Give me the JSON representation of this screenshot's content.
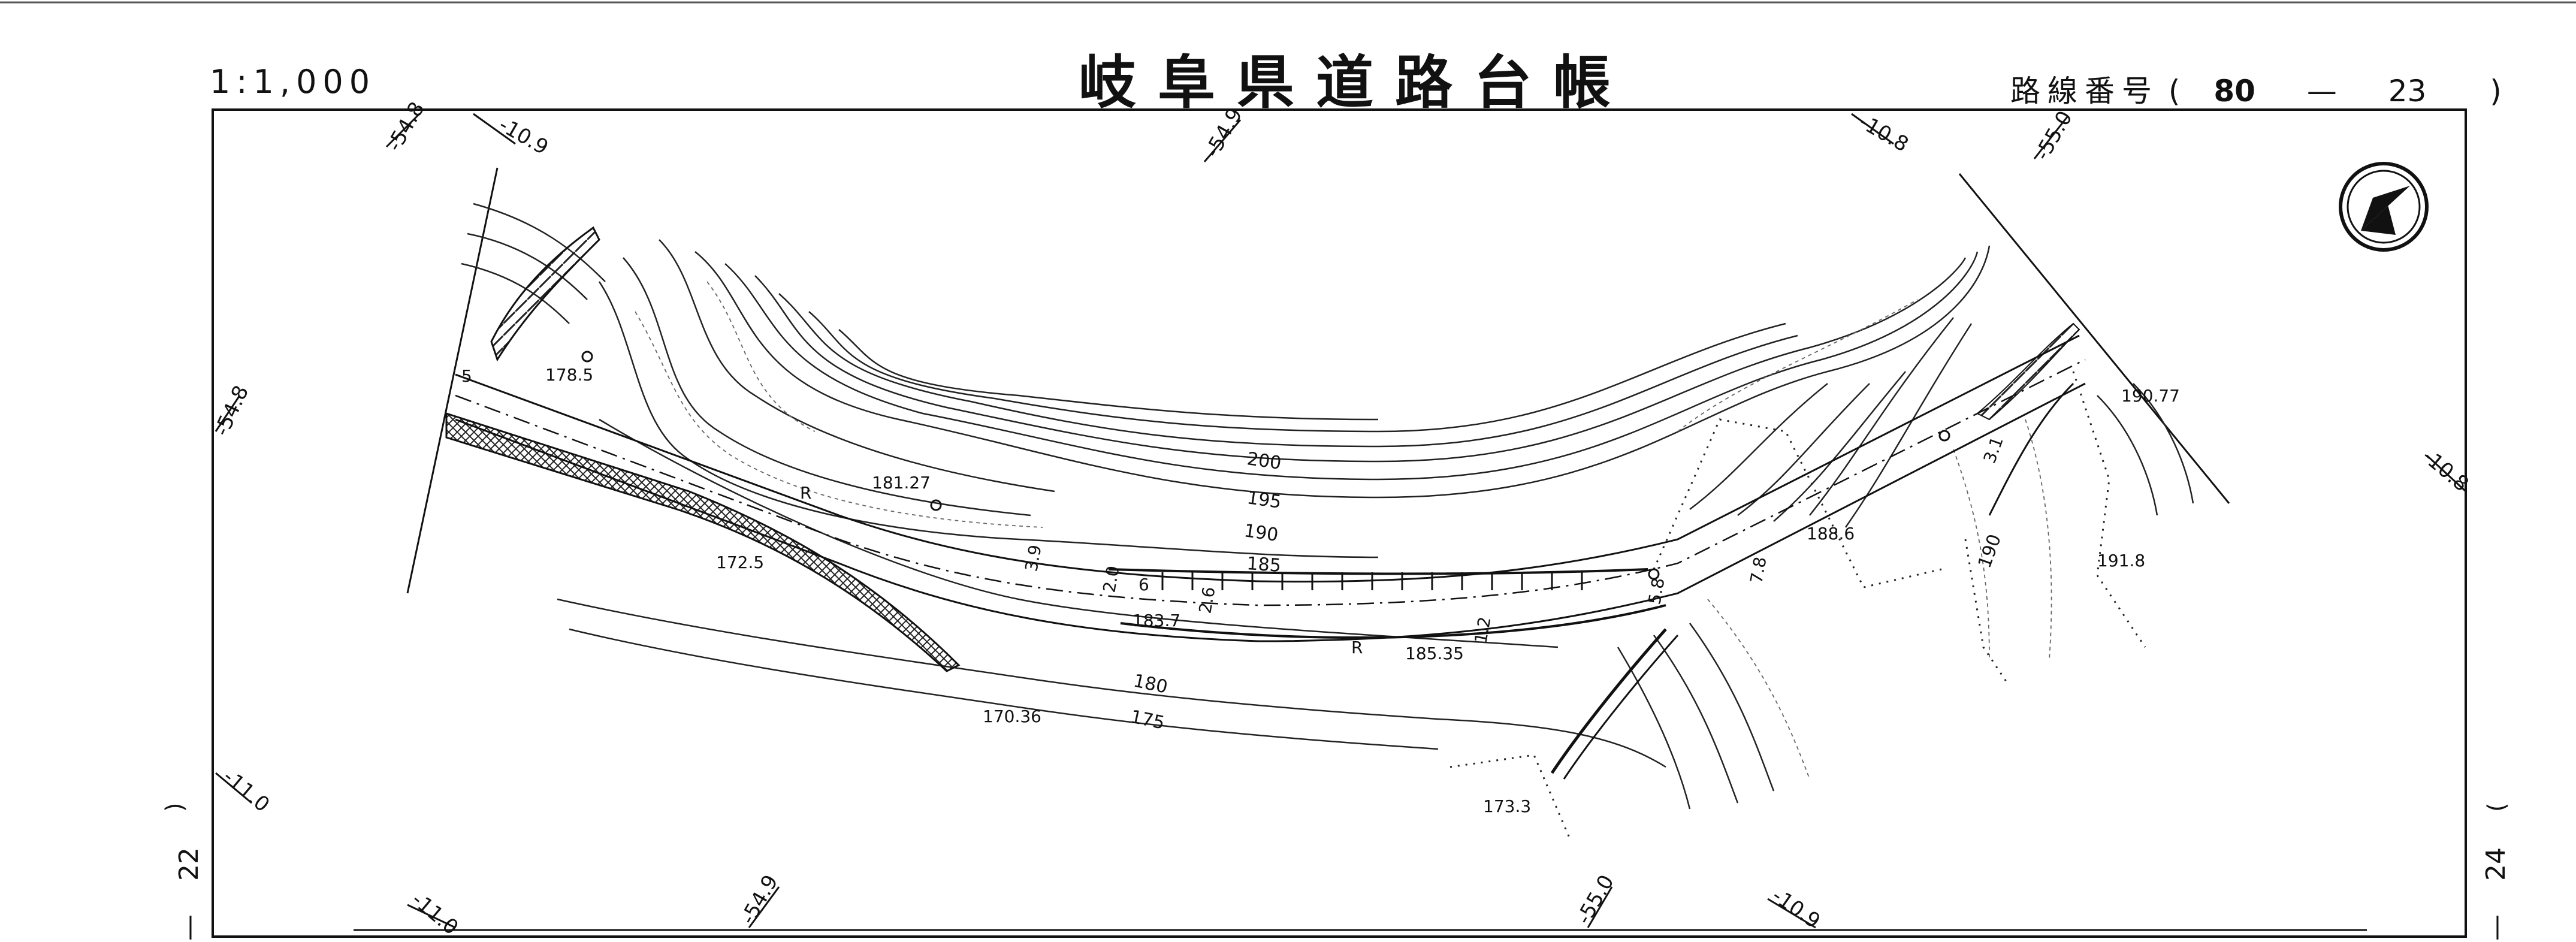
{
  "header": {
    "scale": "1:1,000",
    "title": "岐阜県道路台帳",
    "route_label": "路線番号",
    "route_open": "(",
    "route_number": "80",
    "route_dash": "—",
    "route_sub": "23",
    "route_close": ")"
  },
  "sheet_neighbors": {
    "left_paren": ")",
    "left_number": "22",
    "left_dash": "—",
    "right_paren": "(",
    "right_number": "24",
    "right_dash": "—"
  },
  "coord_ticks": {
    "top": [
      "-54.8",
      "-10.9",
      "-54.9",
      "-10.8",
      "-55.0"
    ],
    "left": [
      "-54.8",
      "-11.0"
    ],
    "right": [
      "-10.8"
    ],
    "bottom": [
      "-11.0",
      "-54.9",
      "-55.0",
      "-10.9"
    ]
  },
  "contour_labels": [
    "200",
    "195",
    "190",
    "185",
    "180",
    "175",
    "190"
  ],
  "elevations": [
    "178.5",
    "181.27",
    "172.5",
    "183.7",
    "185.35",
    "170.36",
    "188.6",
    "190.77",
    "191.8",
    "173.3"
  ],
  "road_labels": [
    "R",
    "R",
    "5",
    "3.9",
    "2.0",
    "2.6",
    "1.2",
    "7.8",
    "6",
    "5.8",
    "3.1"
  ],
  "north_arrow": "north-arrow-icon"
}
